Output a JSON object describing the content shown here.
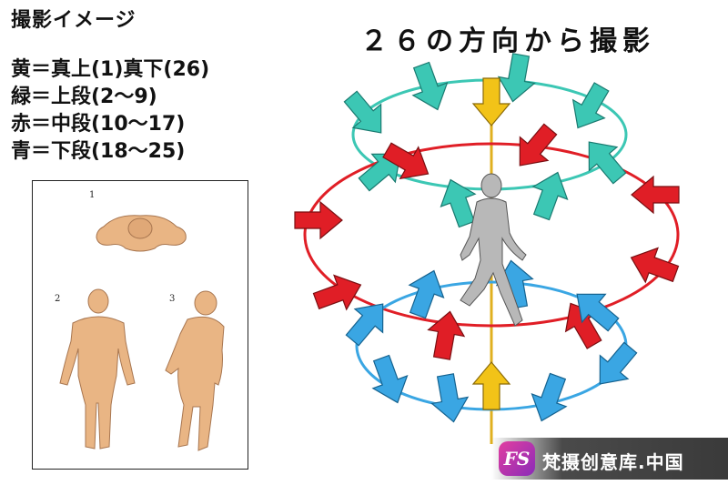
{
  "heading": "撮影イメージ",
  "legend": [
    "黄＝真上(1)真下(26)",
    "緑＝上段(2〜9)",
    "赤＝中段(10〜17)",
    "青＝下段(18〜25)"
  ],
  "panel_numbers": [
    "1",
    "2",
    "3"
  ],
  "diagram_title": "２６の方向から撮影",
  "watermark": {
    "logo": "FS",
    "text": "梵摄创意库.中国"
  },
  "colors": {
    "yellow": "#f2c318",
    "green": "#3cc7b4",
    "red": "#e01e26",
    "blue": "#3aa6e3",
    "skin": "#e9b584"
  }
}
